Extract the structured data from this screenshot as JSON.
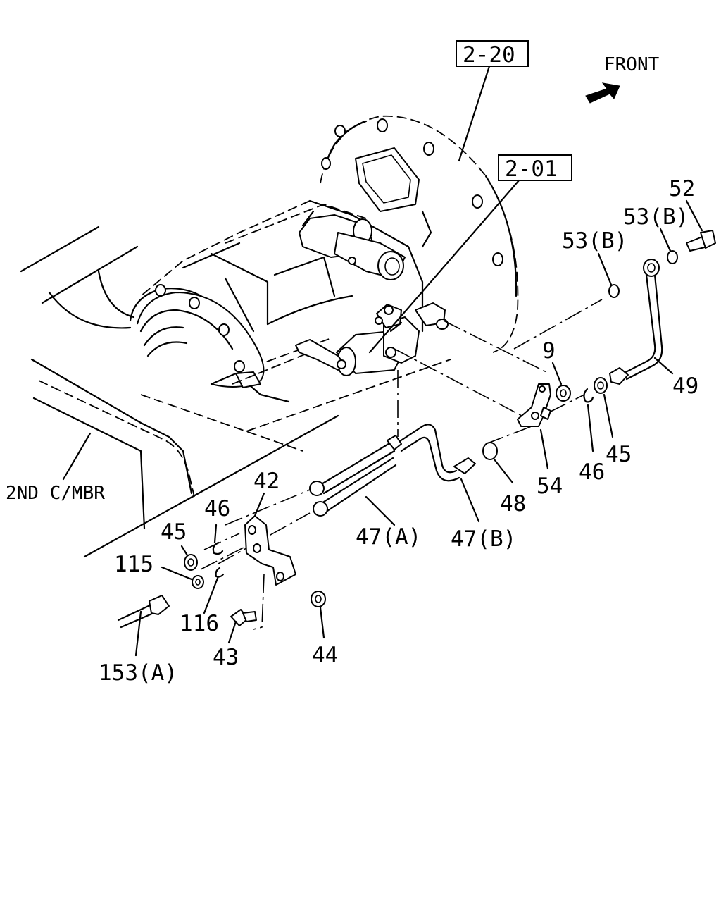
{
  "ref_boxes": [
    {
      "id": "2-20",
      "text": "2-20"
    },
    {
      "id": "2-01",
      "text": "2-01"
    }
  ],
  "direction": {
    "label": "FRONT"
  },
  "crossmember_label": "2ND C/MBR",
  "callouts": {
    "p52": "52",
    "p53b_upper": "53(B)",
    "p53b_left": "53(B)",
    "p9": "9",
    "p49": "49",
    "p45_right": "45",
    "p46_right": "46",
    "p54": "54",
    "p48": "48",
    "p47b": "47(B)",
    "p47a": "47(A)",
    "p42": "42",
    "p46_left": "46",
    "p45_left": "45",
    "p115": "115",
    "p116": "116",
    "p43": "43",
    "p44": "44",
    "p153a": "153(A)"
  }
}
